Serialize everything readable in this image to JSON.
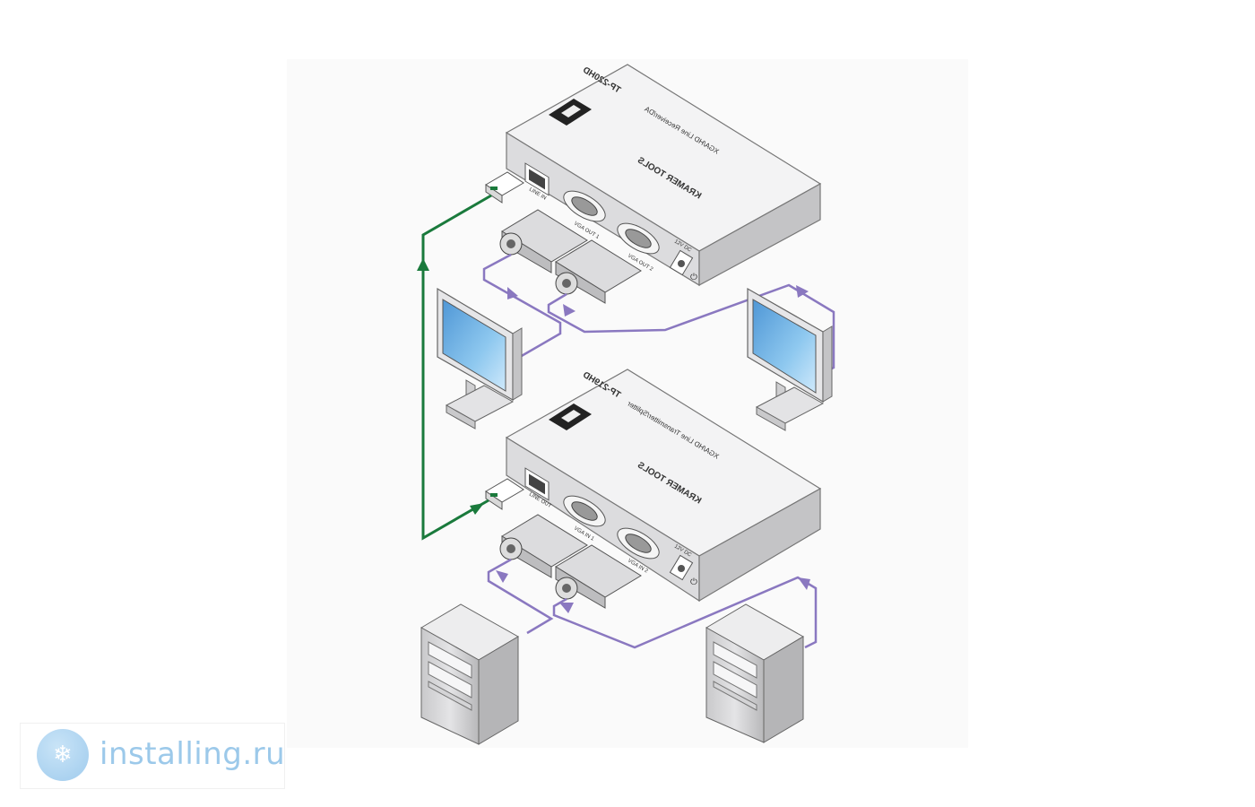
{
  "devices": {
    "top": {
      "model": "TP-220HD",
      "subtitle": "XGA/HD Line Receiver/DA",
      "brand": "KRAMER TOOLS",
      "line_port": "LINE IN",
      "out1": "VGA OUT 1",
      "out2": "VGA OUT 2",
      "power": "12V DC"
    },
    "bottom": {
      "model": "TP-219HD",
      "subtitle": "XGA/HD Line Transmitter/Splitter",
      "brand": "KRAMER TOOLS",
      "line_port": "LINE OUT",
      "out1": "VGA IN 1",
      "out2": "VGA IN 2",
      "power": "12V DC"
    }
  },
  "watermark": {
    "text": "installing.ru"
  },
  "colors": {
    "line_cable": "#1a7a3c",
    "vga_cable": "#8a78c0",
    "device_body": "#e9e9ea",
    "screen": "#6fb0e0"
  },
  "icons": [
    "kramer-logo-icon",
    "monitor-icon",
    "pc-tower-icon",
    "vga-connector-icon",
    "rj45-plug-icon",
    "power-icon",
    "arrow-icon"
  ]
}
